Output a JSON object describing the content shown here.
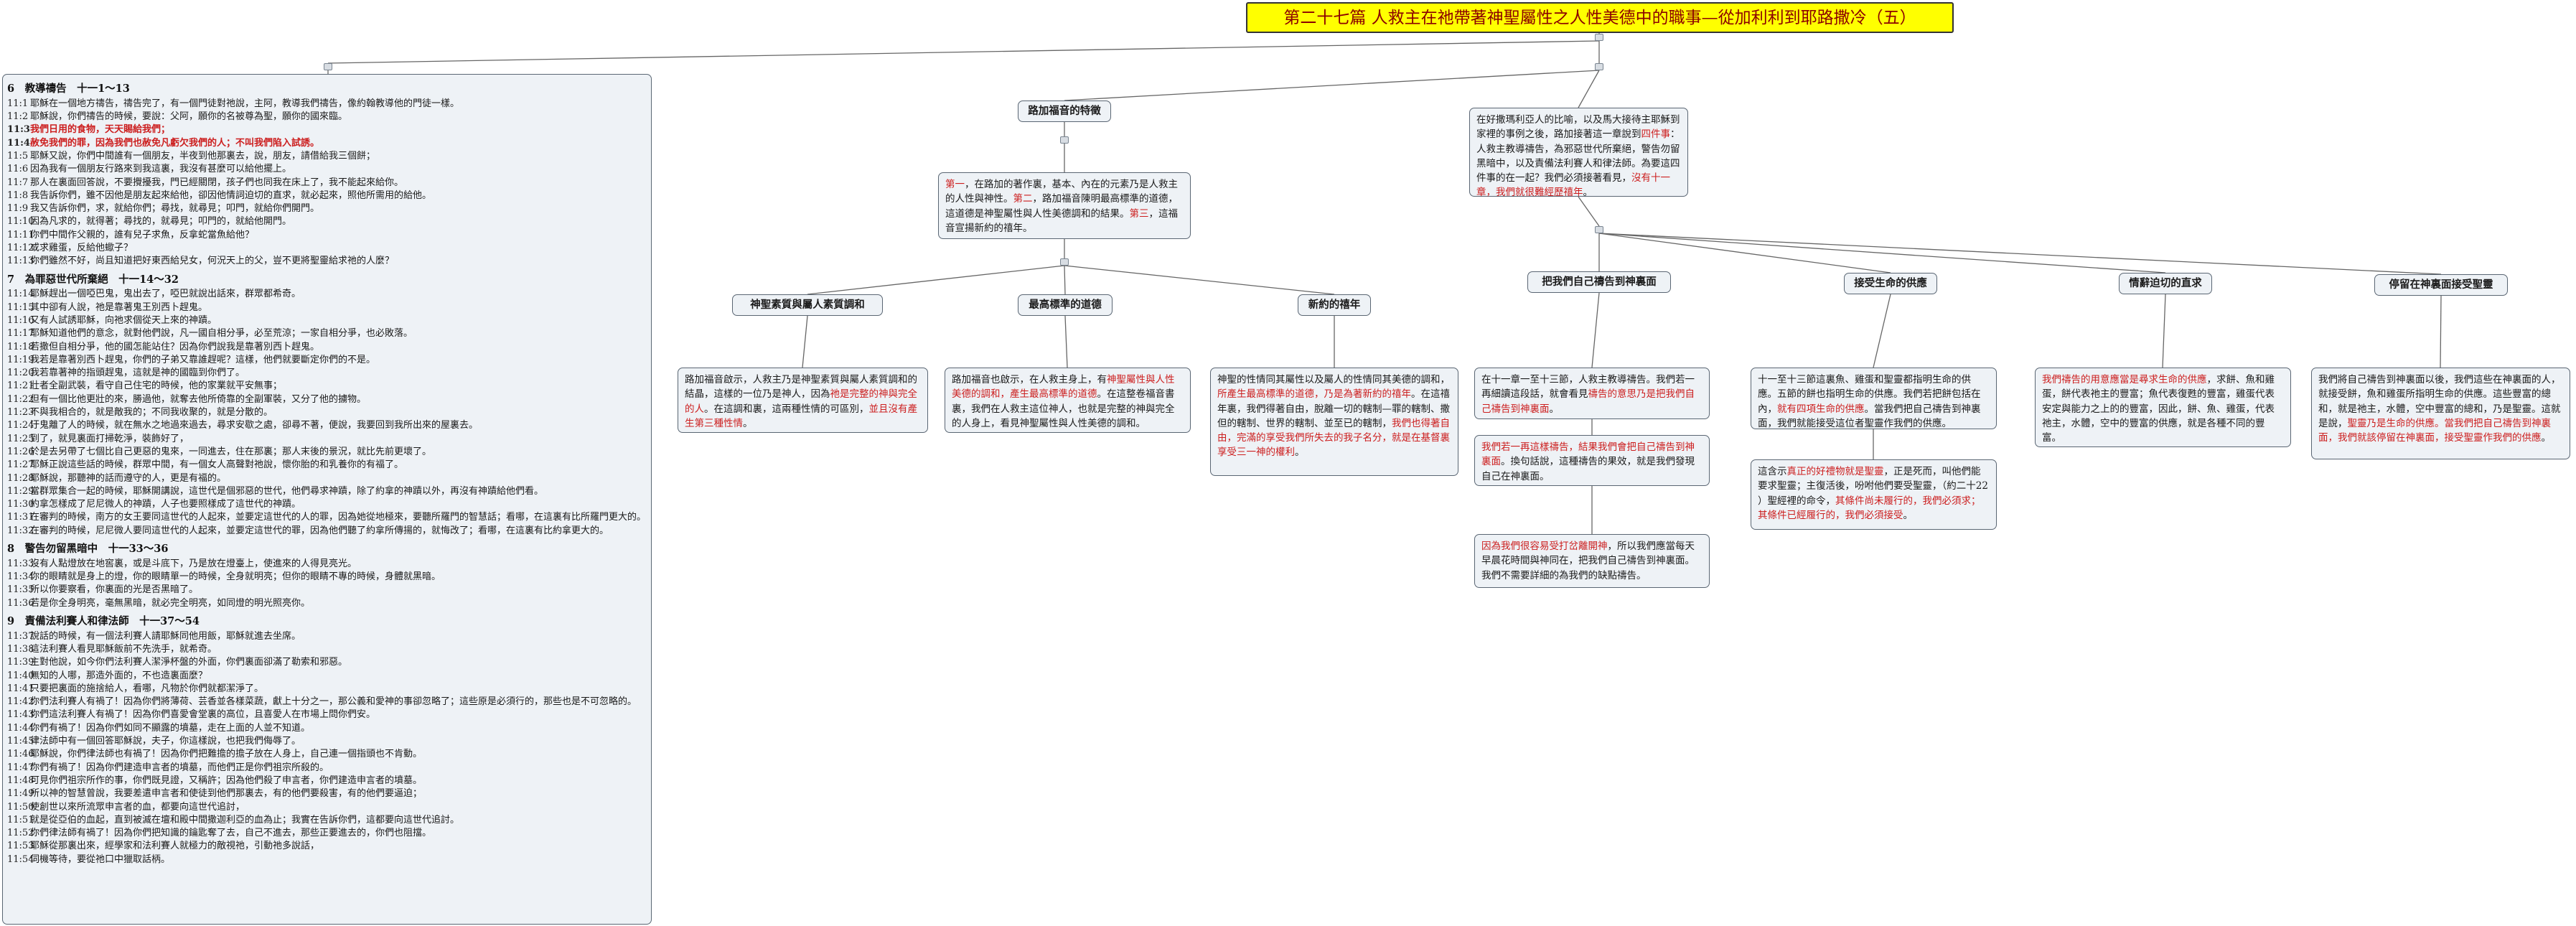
{
  "title": "第二十七篇 人救主在祂帶著神聖屬性之人性美德中的職事—從加利利到耶路撒冷（五）",
  "colors": {
    "title_bg": "#ffff00",
    "node_bg": "#eef2f6",
    "highlight": "#cc1e1e",
    "border": "#5a6673"
  },
  "scripture": {
    "sections": [
      {
        "heading": "6　教導禱告　十一1～13",
        "verses": [
          {
            "n": "11:1",
            "t": "耶穌在一個地方禱告，禱告完了，有一個門徒對祂說，主阿，教導我們禱告，像約翰教導他的門徒一樣。",
            "hl": false
          },
          {
            "n": "11:2",
            "t": "耶穌說，你們禱告的時候，要說：父阿，願你的名被尊為聖，願你的國來臨。",
            "hl": false
          },
          {
            "n": "11:3",
            "t": "我們日用的食物，天天賜給我們；",
            "hl": true
          },
          {
            "n": "11:4",
            "t": "赦免我們的罪，因為我們也赦免凡虧欠我們的人；不叫我們陷入試誘。",
            "hl": true
          },
          {
            "n": "11:5",
            "t": "耶穌又說，你們中間誰有一個朋友，半夜到他那裏去，說，朋友，請借給我三個餅；",
            "hl": false
          },
          {
            "n": "11:6",
            "t": "因為我有一個朋友行路來到我這裏，我沒有甚麼可以給他擺上。",
            "hl": false
          },
          {
            "n": "11:7",
            "t": "那人在裏面回答說，不要攪擾我，門已經關閉，孩子們也同我在床上了，我不能起來給你。",
            "hl": false
          },
          {
            "n": "11:8",
            "t": "我告訴你們，雖不因他是朋友起來給他，卻因他情詞迫切的直求，就必起來，照他所需用的給他。",
            "hl": false
          },
          {
            "n": "11:9",
            "t": "我又告訴你們，求，就給你們；尋找，就尋見；叩門，就給你們開門。",
            "hl": false
          },
          {
            "n": "11:10",
            "t": "因為凡求的，就得著；尋找的，就尋見；叩門的，就給他開門。",
            "hl": false
          },
          {
            "n": "11:11",
            "t": "你們中間作父親的，誰有兒子求魚，反拿蛇當魚給他？",
            "hl": false
          },
          {
            "n": "11:12",
            "t": "或求雞蛋，反給他蠍子？",
            "hl": false
          },
          {
            "n": "11:13",
            "t": "你們雖然不好，尚且知道把好東西給兒女，何況天上的父，豈不更將聖靈給求祂的人麼？",
            "hl": false
          }
        ]
      },
      {
        "heading": "7　為罪惡世代所棄絕　十一14～32",
        "verses": [
          {
            "n": "11:14",
            "t": "耶穌趕出一個啞巴鬼，鬼出去了，啞巴就說出話來，群眾都希奇。",
            "hl": false
          },
          {
            "n": "11:15",
            "t": "其中卻有人說，祂是靠著鬼王別西卜趕鬼。",
            "hl": false
          },
          {
            "n": "11:16",
            "t": "又有人試誘耶穌，向祂求個從天上來的神蹟。",
            "hl": false
          },
          {
            "n": "11:17",
            "t": "耶穌知道他們的意念，就對他們說，凡一國自相分爭，必至荒涼；一家自相分爭，也必敗落。",
            "hl": false
          },
          {
            "n": "11:18",
            "t": "若撒但自相分爭，他的國怎能站住？因為你們說我是靠著別西卜趕鬼。",
            "hl": false
          },
          {
            "n": "11:19",
            "t": "我若是靠著別西卜趕鬼，你們的子弟又靠誰趕呢？這樣，他們就要斷定你們的不是。",
            "hl": false
          },
          {
            "n": "11:20",
            "t": "我若靠著神的指頭趕鬼，這就是神的國臨到你們了。",
            "hl": false
          },
          {
            "n": "11:21",
            "t": "壯者全副武裝，看守自己住宅的時候，他的家業就平安無事；",
            "hl": false
          },
          {
            "n": "11:22",
            "t": "但有一個比他更壯的來，勝過他，就奪去他所倚靠的全副軍裝，又分了他的擄物。",
            "hl": false
          },
          {
            "n": "11:23",
            "t": "不與我相合的，就是敵我的；不同我收聚的，就是分散的。",
            "hl": false
          },
          {
            "n": "11:24",
            "t": "汙鬼離了人的時候，就在無水之地過來過去，尋求安歇之處，卻尋不著，便說，我要回到我所出來的屋裏去。",
            "hl": false
          },
          {
            "n": "11:25",
            "t": "到了，就見裏面打掃乾淨，裝飾好了，",
            "hl": false
          },
          {
            "n": "11:26",
            "t": "於是去另帶了七個比自己更惡的鬼來，一同進去，住在那裏；那人末後的景況，就比先前更壞了。",
            "hl": false
          },
          {
            "n": "11:27",
            "t": "耶穌正說這些話的時候，群眾中間，有一個女人高聲對祂說，懷你胎的和乳養你的有福了。",
            "hl": false
          },
          {
            "n": "11:28",
            "t": "耶穌說，那聽神的話而遵守的人，更是有福的。",
            "hl": false
          },
          {
            "n": "11:29",
            "t": "當群眾集合一起的時候，耶穌開講說，這世代是個邪惡的世代，他們尋求神蹟，除了約拿的神蹟以外，再沒有神蹟給他們看。",
            "hl": false
          },
          {
            "n": "11:30",
            "t": "約拿怎樣成了尼尼微人的神蹟，人子也要照樣成了這世代的神蹟。",
            "hl": false
          },
          {
            "n": "11:31",
            "t": "在審判的時候，南方的女王要同這世代的人起來，並要定這世代的人的罪，因為她從地極來，要聽所羅門的智慧話；看哪，在這裏有比所羅門更大的。",
            "hl": false
          },
          {
            "n": "11:32",
            "t": "在審判的時候，尼尼微人要同這世代的人起來，並要定這世代的罪，因為他們聽了約拿所傳揚的，就悔改了；看哪，在這裏有比約拿更大的。",
            "hl": false
          }
        ]
      },
      {
        "heading": "8　警告勿留黑暗中　十一33～36",
        "verses": [
          {
            "n": "11:33",
            "t": "沒有人點燈放在地窖裏，或是斗底下，乃是放在燈臺上，使進來的人得見亮光。",
            "hl": false
          },
          {
            "n": "11:34",
            "t": "你的眼睛就是身上的燈，你的眼睛單一的時候，全身就明亮；但你的眼睛不專的時候，身體就黑暗。",
            "hl": false
          },
          {
            "n": "11:35",
            "t": "所以你要察看，你裏面的光是否黑暗了。",
            "hl": false
          },
          {
            "n": "11:36",
            "t": "若是你全身明亮，毫無黑暗，就必完全明亮，如同燈的明光照亮你。",
            "hl": false
          }
        ]
      },
      {
        "heading": "9　責備法利賽人和律法師　十一37～54",
        "verses": [
          {
            "n": "11:37",
            "t": "說話的時候，有一個法利賽人請耶穌同他用飯，耶穌就進去坐席。",
            "hl": false
          },
          {
            "n": "11:38",
            "t": "這法利賽人看見耶穌飯前不先洗手，就希奇。",
            "hl": false
          },
          {
            "n": "11:39",
            "t": "主對他說，如今你們法利賽人潔淨杯盤的外面，你們裏面卻滿了勒索和邪惡。",
            "hl": false
          },
          {
            "n": "11:40",
            "t": "無知的人哪，那造外面的，不也造裏面麼？",
            "hl": false
          },
          {
            "n": "11:41",
            "t": "只要把裏面的施捨給人，看哪，凡物於你們就都潔淨了。",
            "hl": false
          },
          {
            "n": "11:42",
            "t": "你們法利賽人有禍了！因為你們將薄荷、芸香並各樣菜蔬，獻上十分之一，那公義和愛神的事卻忽略了；這些原是必須行的，那些也是不可忽略的。",
            "hl": false
          },
          {
            "n": "11:43",
            "t": "你們這法利賽人有禍了！因為你們喜愛會堂裏的高位，且喜愛人在市場上問你們安。",
            "hl": false
          },
          {
            "n": "11:44",
            "t": "你們有禍了！因為你們如同不顯露的墳墓，走在上面的人並不知道。",
            "hl": false
          },
          {
            "n": "11:45",
            "t": "律法師中有一個回答耶穌說，夫子，你這樣說，也把我們侮辱了。",
            "hl": false
          },
          {
            "n": "11:46",
            "t": "耶穌說，你們律法師也有禍了！因為你們把難擔的擔子放在人身上，自己連一個指頭也不肯動。",
            "hl": false
          },
          {
            "n": "11:47",
            "t": "你們有禍了！因為你們建造申言者的墳墓，而他們正是你們祖宗所殺的。",
            "hl": false
          },
          {
            "n": "11:48",
            "t": "可見你們祖宗所作的事，你們既見證，又稱許；因為他們殺了申言者，你們建造申言者的墳墓。",
            "hl": false
          },
          {
            "n": "11:49",
            "t": "所以神的智慧曾說，我要差遣申言者和使徒到他們那裏去，有的他們要殺害，有的他們要逼迫；",
            "hl": false
          },
          {
            "n": "11:50",
            "t": "使創世以來所流眾申言者的血，都要向這世代追討，",
            "hl": false
          },
          {
            "n": "11:51",
            "t": "就是從亞伯的血起，直到被滅在壇和殿中間撒迦利亞的血為止；我實在告訴你們，這都要向這世代追討。",
            "hl": false
          },
          {
            "n": "11:52",
            "t": "你們律法師有禍了！因為你們把知識的鑰匙奪了去，自己不進去，那些正要進去的，你們也阻擋。",
            "hl": false
          },
          {
            "n": "11:53",
            "t": "耶穌從那裏出來，經學家和法利賽人就極力的敵視祂，引動祂多說話，",
            "hl": false
          },
          {
            "n": "11:54",
            "t": "伺機等待，要從祂口中獵取話柄。",
            "hl": false
          }
        ]
      }
    ]
  },
  "nodes": {
    "gospel_label": "路加福音的特徵",
    "gospel_text": [
      {
        "t": "第一",
        "r": true
      },
      {
        "t": "，在路加的著作裏，基本、內在的元素乃是人救主的人性與神性。",
        "r": false
      },
      {
        "t": "第二",
        "r": true
      },
      {
        "t": "，路加福音陳明最高標準的道德，這道德是神聖屬性與人性美德調和的結果。",
        "r": false
      },
      {
        "t": "第三",
        "r": true
      },
      {
        "t": "，這福音宣揚新約的禧年。",
        "r": false
      }
    ],
    "feat1_label": "神聖素質與屬人素質調和",
    "feat1_text": [
      {
        "t": "路加福音啟示，人救主乃是神聖素質與屬人素質調和的結晶，這樣的一位乃是神人，因為",
        "r": false
      },
      {
        "t": "祂是完整的神與完全的人",
        "r": true
      },
      {
        "t": "。在這調和裏，這兩種性情的可區別，",
        "r": false
      },
      {
        "t": "並且沒有產生第三種性情",
        "r": true
      },
      {
        "t": "。",
        "r": false
      }
    ],
    "feat2_label": "最高標準的道德",
    "feat2_text": [
      {
        "t": "路加福音也啟示，在人救主身上，有",
        "r": false
      },
      {
        "t": "神聖屬性與人性美德的調和，產生最高標準的道德",
        "r": true
      },
      {
        "t": "。在這整卷福音書裏，我們在人救主這位神人，也就是完整的神與完全的人身上，看見神聖屬性與人性美德的調和。",
        "r": false
      }
    ],
    "feat3_label": "新約的禧年",
    "feat3_text": [
      {
        "t": "神聖的性情同其屬性以及屬人的性情同其美德的調和，",
        "r": false
      },
      {
        "t": "所產生最高標準的道德，乃是為著新約的禧年",
        "r": true
      },
      {
        "t": "。在這禧年裏，我們得著自由，脫離一切的轄制—罪的轄制、撒但的轄制、世界的轄制、並至已的轄制，",
        "r": false
      },
      {
        "t": "我們也得著自由，完滿的享受我們所失去的我子名分，就是在基督裏享受三一神的權利",
        "r": true
      },
      {
        "t": "。",
        "r": false
      }
    ],
    "intro_text": [
      {
        "t": "在好撒瑪利亞人的比喻，以及馬大接待主耶穌到家裡的事例之後，路加接著這一章說到",
        "r": false
      },
      {
        "t": "四件事",
        "r": true
      },
      {
        "t": "：人救主教導禱告，為邪惡世代所棄絕，警告勿留黑暗中，以及責備法利賽人和律法師。為要這四件事的在一起？我們必須接著看見，",
        "r": false
      },
      {
        "t": "沒有十一章，我們就很難經歷禧年",
        "r": true
      },
      {
        "t": "。",
        "r": false
      }
    ],
    "b1_label": "把我們自己禱告到神裏面",
    "b1_text1": [
      {
        "t": "在十一章一至十三節，人救主教導禱告。我們若一再細讀這段話，就會看見",
        "r": false
      },
      {
        "t": "禱告的意思乃是把我們自己禱告到神裏面",
        "r": true
      },
      {
        "t": "。",
        "r": false
      }
    ],
    "b1_text2": [
      {
        "t": "我們若一再這樣禱告，結果我們會把自己禱告到神裏面",
        "r": true
      },
      {
        "t": "。換句話說，這種禱告的果效，就是我們發現自己在神裏面。",
        "r": false
      }
    ],
    "b1_text3": [
      {
        "t": "因為我們很容易受打岔離開神",
        "r": true
      },
      {
        "t": "，所以我們應當每天早晨花時間與神同在，把我們自己禱告到神裏面。我們不需要詳細的為我們的缺點禱告。",
        "r": false
      }
    ],
    "b2_label": "接受生命的供應",
    "b2_text1": [
      {
        "t": "十一至十三節這裏魚、雞蛋和聖靈都指明生命的供應。五節的餅也指明生命的供應。我們若把餅包括在內，",
        "r": false
      },
      {
        "t": "就有四項生命的供應",
        "r": true
      },
      {
        "t": "。當我們把自己禱告到神裏面，我們就能接受這位者聖靈作我們的供應。",
        "r": false
      }
    ],
    "b2_text2": [
      {
        "t": "這含示",
        "r": false
      },
      {
        "t": "真正的好禮物就是聖靈",
        "r": true
      },
      {
        "t": "，正是死而，叫他們能要求聖靈；主復活後，吩咐他們要受聖靈，（約二十22 ）聖經裡的命令，",
        "r": false
      },
      {
        "t": "其條件尚未履行的，我們必須求；其條件已經履行的，我們必須接受",
        "r": true
      },
      {
        "t": "。",
        "r": false
      }
    ],
    "b3_label": "情辭迫切的直求",
    "b3_text1": [
      {
        "t": "我們禱告的用意應當是尋求生命的供應",
        "r": true
      },
      {
        "t": "，求餅、魚和雞蛋，餅代表祂主的豐富；魚代表復甦的豐富，雞蛋代表安定與能力之上的的豐富，因此，餅、魚、雞蛋，代表祂主，水體，空中的豐富的供應，就是各種不同的豐富。",
        "r": false
      }
    ],
    "b4_label": "停留在神裏面接受聖靈",
    "b4_text1": [
      {
        "t": "我們將自己禱告到神裏面以後，我們這些在神裏面的人，就接受餅，魚和雞蛋所指明生命的供應。這些豐富的總和，就是祂主，水體，空中豐富的總和，乃是聖靈。這就是說，",
        "r": false
      },
      {
        "t": "聖靈乃是生命的供應。當我們把自己禱告到神裏面，我們就該停留在神裏面，接受聖靈作我們的供應",
        "r": true
      },
      {
        "t": "。",
        "r": false
      }
    ]
  }
}
